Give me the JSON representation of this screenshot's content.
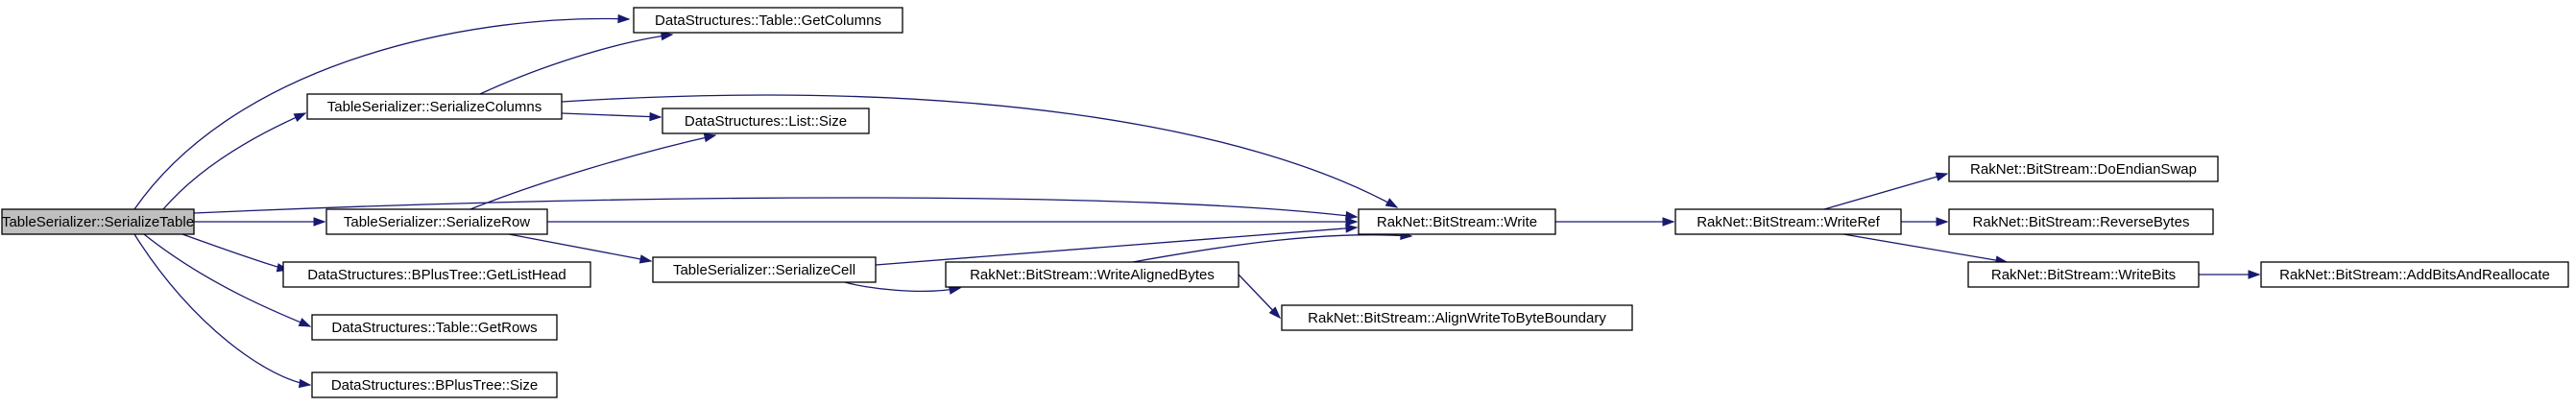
{
  "diagram": {
    "nodes": [
      {
        "id": "n0",
        "label": "TableSerializer::SerializeTable",
        "root": true
      },
      {
        "id": "n1",
        "label": "DataStructures::Table::GetColumns"
      },
      {
        "id": "n2",
        "label": "TableSerializer::SerializeColumns"
      },
      {
        "id": "n3",
        "label": "DataStructures::List::Size"
      },
      {
        "id": "n4",
        "label": "TableSerializer::SerializeRow"
      },
      {
        "id": "n5",
        "label": "TableSerializer::SerializeCell"
      },
      {
        "id": "n6",
        "label": "DataStructures::BPlusTree::GetListHead"
      },
      {
        "id": "n7",
        "label": "DataStructures::Table::GetRows"
      },
      {
        "id": "n8",
        "label": "DataStructures::BPlusTree::Size"
      },
      {
        "id": "n9",
        "label": "RakNet::BitStream::Write"
      },
      {
        "id": "n10",
        "label": "RakNet::BitStream::WriteAlignedBytes"
      },
      {
        "id": "n11",
        "label": "RakNet::BitStream::AlignWriteToByteBoundary"
      },
      {
        "id": "n12",
        "label": "RakNet::BitStream::WriteRef"
      },
      {
        "id": "n13",
        "label": "RakNet::BitStream::DoEndianSwap"
      },
      {
        "id": "n14",
        "label": "RakNet::BitStream::ReverseBytes"
      },
      {
        "id": "n15",
        "label": "RakNet::BitStream::WriteBits"
      },
      {
        "id": "n16",
        "label": "RakNet::BitStream::AddBitsAndReallocate"
      }
    ],
    "edges": [
      {
        "from": "n0",
        "to": "n1"
      },
      {
        "from": "n0",
        "to": "n2"
      },
      {
        "from": "n0",
        "to": "n9"
      },
      {
        "from": "n0",
        "to": "n4"
      },
      {
        "from": "n0",
        "to": "n6"
      },
      {
        "from": "n0",
        "to": "n7"
      },
      {
        "from": "n0",
        "to": "n8"
      },
      {
        "from": "n2",
        "to": "n1"
      },
      {
        "from": "n2",
        "to": "n3"
      },
      {
        "from": "n2",
        "to": "n9"
      },
      {
        "from": "n4",
        "to": "n3"
      },
      {
        "from": "n4",
        "to": "n9"
      },
      {
        "from": "n4",
        "to": "n5"
      },
      {
        "from": "n5",
        "to": "n9"
      },
      {
        "from": "n5",
        "to": "n10"
      },
      {
        "from": "n10",
        "to": "n9"
      },
      {
        "from": "n10",
        "to": "n11"
      },
      {
        "from": "n9",
        "to": "n12"
      },
      {
        "from": "n12",
        "to": "n13"
      },
      {
        "from": "n12",
        "to": "n14"
      },
      {
        "from": "n12",
        "to": "n15"
      },
      {
        "from": "n15",
        "to": "n16"
      }
    ]
  },
  "colors": {
    "edge": "#191970",
    "root_fill": "#bfbfbf",
    "node_fill": "#ffffff",
    "node_border": "#000000"
  }
}
